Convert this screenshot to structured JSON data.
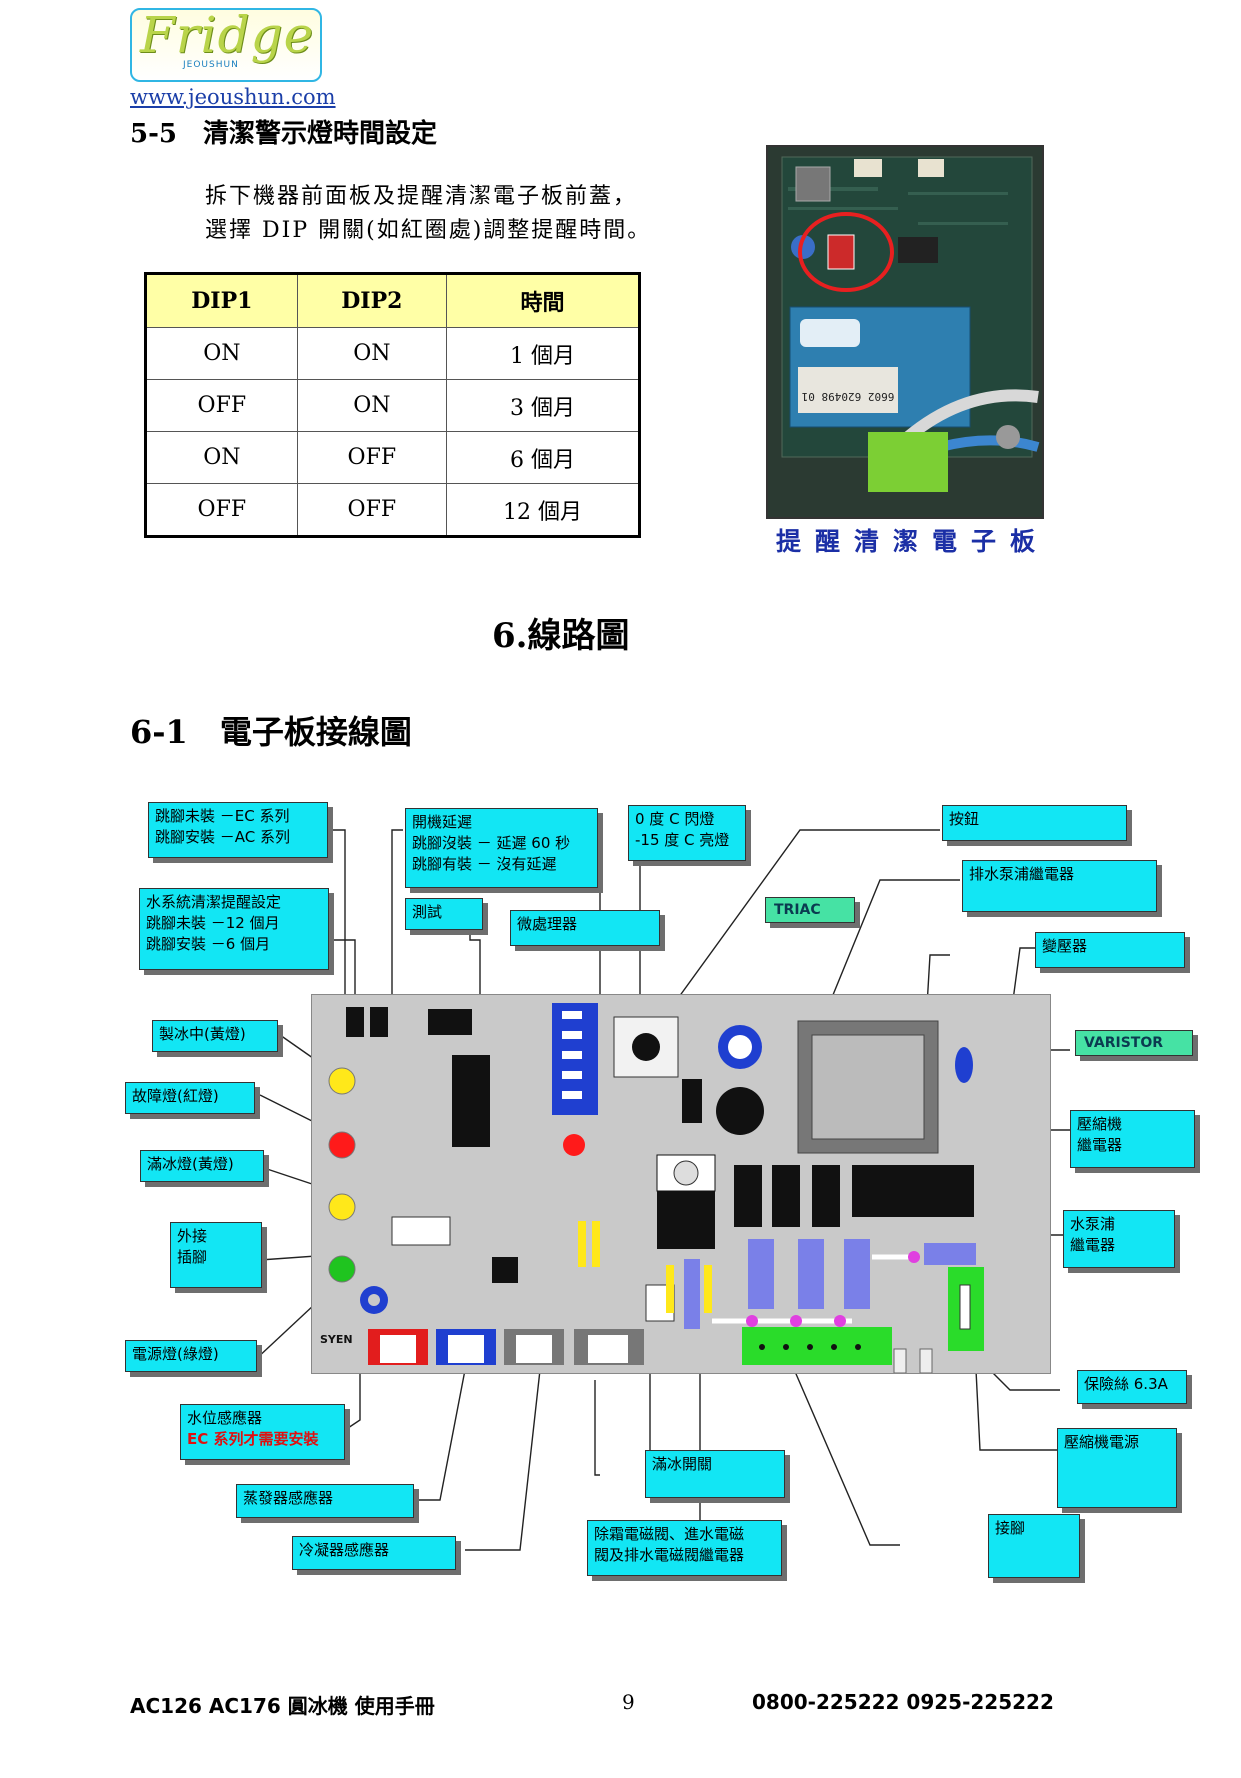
{
  "header": {
    "logo_text": "Fridge",
    "logo_sub": "JEOUSHUN",
    "url": "www.jeoushun.com"
  },
  "section55": {
    "title": "5-5　清潔警示燈時間設定",
    "intro_line1": "拆下機器前面板及提醒清潔電子板前蓋，",
    "intro_line2": "選擇 DIP 開關(如紅圈處)調整提醒時間。",
    "table": {
      "headers": [
        "DIP1",
        "DIP2",
        "時間"
      ],
      "rows": [
        [
          "ON",
          "ON",
          "1 個月"
        ],
        [
          "OFF",
          "ON",
          "3 個月"
        ],
        [
          "ON",
          "OFF",
          "6 個月"
        ],
        [
          "OFF",
          "OFF",
          "12 個月"
        ]
      ]
    },
    "photo_caption": "提醒清潔電子板",
    "photo_label": "6602  620498 01"
  },
  "section6": {
    "title": "6.線路圖"
  },
  "section61": {
    "title": "6-1　電子板接線圖"
  },
  "diagram": {
    "board_label": "SYEN",
    "labels": {
      "jumper_series": "跳腳未裝 －EC 系列\n跳腳安裝 －AC 系列",
      "water_clean": "水系統清潔提醒設定\n跳腳未裝 －12 個月\n跳腳安裝 －6 個月",
      "startup_delay": "開機延遲\n跳腳沒裝 － 延遲 60 秒\n跳腳有裝 － 沒有延遲",
      "test": "測試",
      "mcu": "微處理器",
      "temp_led": "0 度 C 閃燈\n-15 度 C 亮燈",
      "button": "按鈕",
      "drain_relay": "排水泵浦繼電器",
      "triac": "TRIAC",
      "transformer": "變壓器",
      "varistor": "VARISTOR",
      "comp_relay": "壓縮機\n繼電器",
      "pump_relay": "水泵浦\n繼電器",
      "ice_making": "製冰中(黃燈)",
      "fault": "故障燈(紅燈)",
      "full_ice": "滿冰燈(黃燈)",
      "ext_socket": "外接\n插腳",
      "power_led": "電源燈(綠燈)",
      "water_sensor": "水位感應器",
      "water_sensor_note": "EC 系列才需要安裝",
      "evap_sensor": "蒸發器感應器",
      "cond_sensor": "冷凝器感應器",
      "full_switch": "滿冰開關",
      "solenoid_relay": "除霜電磁閥、進水電磁\n閥及排水電磁閥繼電器",
      "terminal": "接腳",
      "fuse": "保險絲 6.3A",
      "comp_power": "壓縮機電源"
    }
  },
  "footer": {
    "model": "AC126  AC176 圓冰機 使用手冊",
    "page": "9",
    "phone": "0800-225222   0925-225222"
  }
}
